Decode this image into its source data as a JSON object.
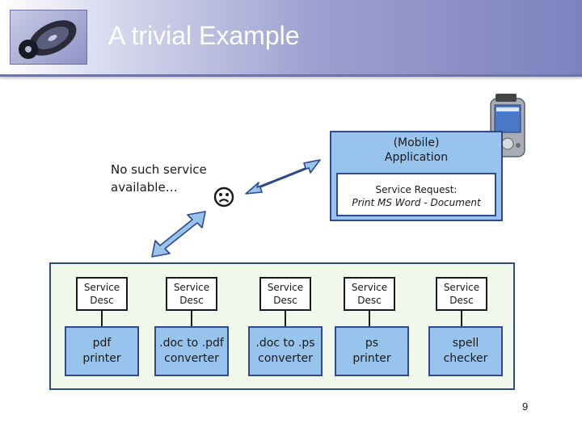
{
  "slide": {
    "title": "A trivial Example",
    "page_number": "9"
  },
  "app": {
    "label": "(Mobile)\nApplication",
    "request_title": "Service Request:",
    "request_detail": "Print MS Word - Document"
  },
  "message": {
    "text": "No such service\navailable…"
  },
  "services": [
    {
      "desc": "Service\nDesc",
      "name": "pdf\nprinter"
    },
    {
      "desc": "Service\nDesc",
      "name": ".doc to .pdf\nconverter"
    },
    {
      "desc": "Service\nDesc",
      "name": ".doc to .ps\nconverter"
    },
    {
      "desc": "Service\nDesc",
      "name": "ps\nprinter"
    },
    {
      "desc": "Service\nDesc",
      "name": "spell\nchecker"
    }
  ],
  "icons": [
    "cd-logo-icon",
    "sad-face-icon",
    "pda-icon",
    "double-arrow-icon"
  ],
  "colors": {
    "service_fill": "#97c3ec",
    "border": "#2d4b8a",
    "registry_fill": "#f3f8ec",
    "arrow_fill": "#97c3ec"
  }
}
